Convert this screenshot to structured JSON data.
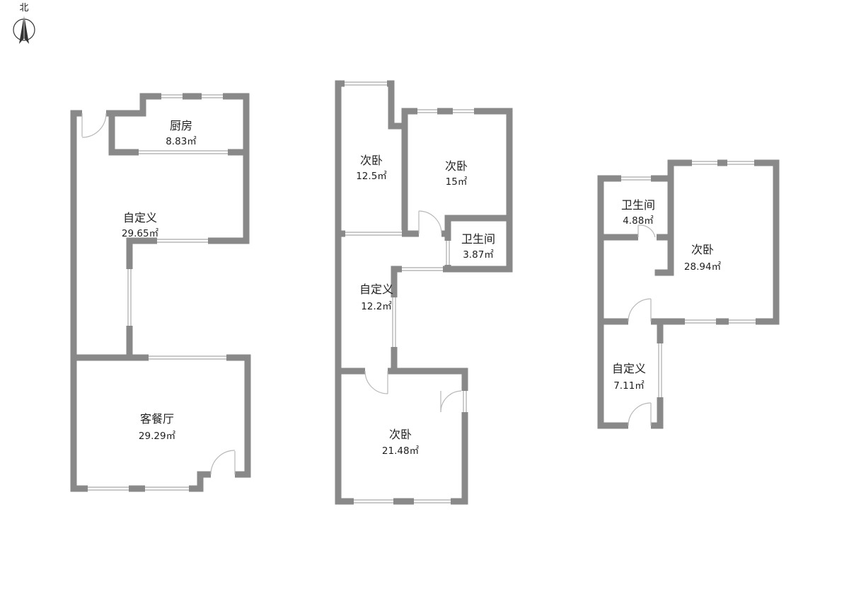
{
  "compass": {
    "label": "北"
  },
  "area_unit": "㎡",
  "rooms": [
    {
      "name": "厨房",
      "area": "8.83"
    },
    {
      "name": "自定义",
      "area": "29.65"
    },
    {
      "name": "客餐厅",
      "area": "29.29"
    },
    {
      "name": "次卧",
      "area": "12.5"
    },
    {
      "name": "次卧",
      "area": "15"
    },
    {
      "name": "卫生间",
      "area": "3.87"
    },
    {
      "name": "自定义",
      "area": "12.2"
    },
    {
      "name": "次卧",
      "area": "21.48"
    },
    {
      "name": "卫生间",
      "area": "4.88"
    },
    {
      "name": "次卧",
      "area": "28.94"
    },
    {
      "name": "自定义",
      "area": "7.11"
    }
  ]
}
